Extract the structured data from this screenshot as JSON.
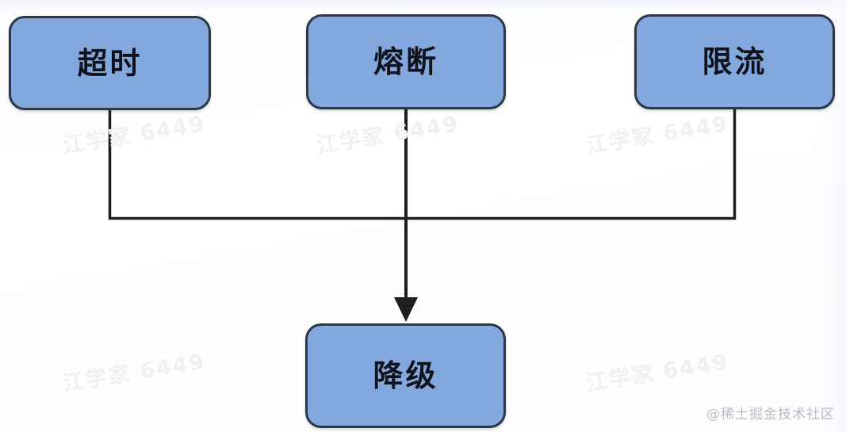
{
  "diagram": {
    "type": "flowchart",
    "background_color": "#ffffff",
    "node_fill_color": "#82a8de",
    "node_border_color": "#2f3646",
    "connector_color": "#1f1f1f",
    "nodes": [
      {
        "id": "timeout",
        "label": "超时"
      },
      {
        "id": "circuit",
        "label": "熔断"
      },
      {
        "id": "ratelimit",
        "label": "限流"
      },
      {
        "id": "degrade",
        "label": "降级"
      }
    ],
    "edges": [
      {
        "from": "timeout",
        "to": "degrade",
        "arrow": true
      },
      {
        "from": "circuit",
        "to": "degrade",
        "arrow": true
      },
      {
        "from": "ratelimit",
        "to": "degrade",
        "arrow": true
      }
    ]
  },
  "watermarks": {
    "tiled_text": "江学家 6449",
    "corner_text": "@稀土掘金技术社区"
  }
}
